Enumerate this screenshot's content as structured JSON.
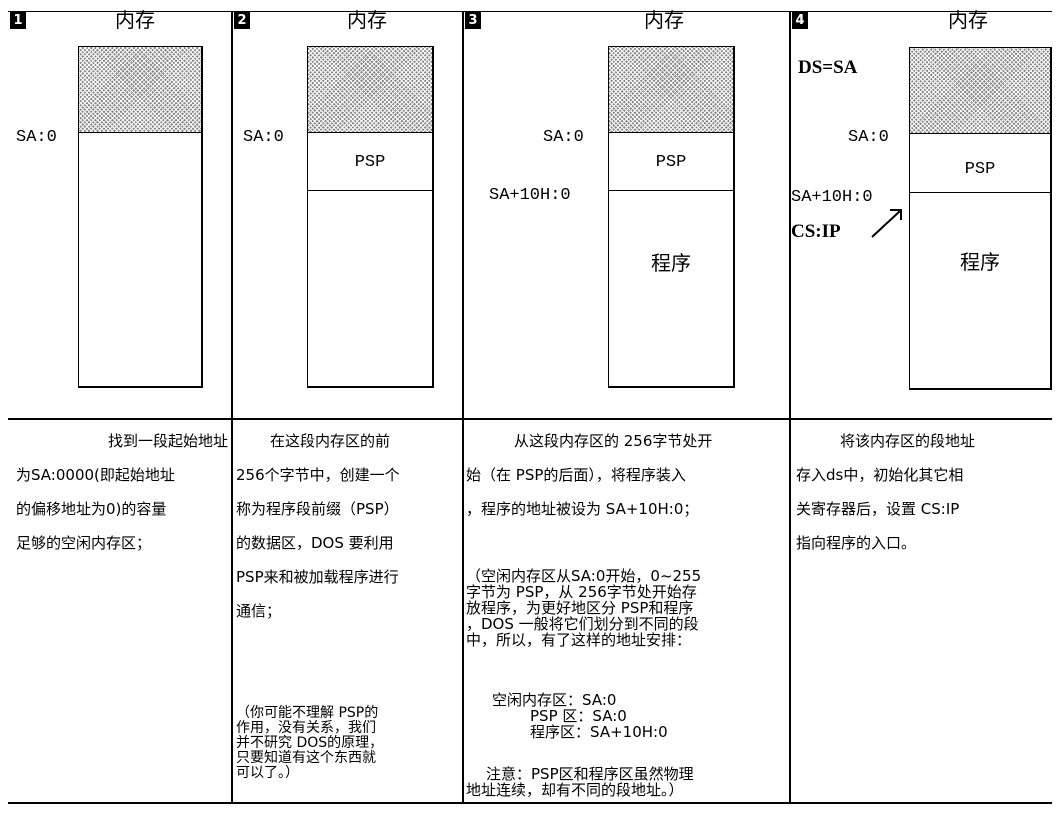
{
  "panels": [
    {
      "number": "1",
      "title": "内存",
      "labels": {
        "sa0": "SA:0"
      },
      "segments": [],
      "description": [
        "找到一段起始地址",
        "为SA:0000(即起始地址",
        "的偏移地址为0)的容量",
        "足够的空闲内存区；"
      ]
    },
    {
      "number": "2",
      "title": "内存",
      "labels": {
        "sa0": "SA:0"
      },
      "segments": [
        {
          "label": "PSP"
        }
      ],
      "description": [
        "在这段内存区的前",
        "256个字节中，创建一个",
        "称为程序段前缀（PSP）",
        "的数据区，DOS 要利用",
        "PSP来和被加载程序进行",
        "通信；"
      ],
      "note": [
        "（你可能不理解 PSP的",
        "作用，没有关系，我们",
        "并不研究 DOS的原理，",
        "只要知道有这个东西就",
        "可以了。）"
      ]
    },
    {
      "number": "3",
      "title": "内存",
      "labels": {
        "sa0": "SA:0",
        "sa10h": "SA+10H:0"
      },
      "segments": [
        {
          "label": "PSP"
        },
        {
          "label": "程序"
        }
      ],
      "description": [
        "从这段内存区的 256字节处开",
        "始（在 PSP的后面），将程序装入",
        "，程序的地址被设为 SA+10H:0；"
      ],
      "note": [
        "（空闲内存区从SA:0开始，0~255",
        "字节为 PSP，从 256字节处开始存",
        "放程序，为更好地区分 PSP和程序",
        "，DOS 一般将它们划分到不同的段",
        "中，所以，有了这样的地址安排："
      ],
      "address_table": [
        {
          "name": "空闲内存区",
          "value": "：SA:0"
        },
        {
          "name": "PSP 区",
          "value": "：SA:0"
        },
        {
          "name": "程序区",
          "value": "：SA+10H:0"
        }
      ],
      "caution": [
        "注意：PSP区和程序区虽然物理",
        "地址连续，却有不同的段地址。）"
      ]
    },
    {
      "number": "4",
      "title": "内存",
      "labels": {
        "ds": "DS=SA",
        "sa0": "SA:0",
        "sa10h": "SA+10H:0",
        "csip": "CS:IP"
      },
      "segments": [
        {
          "label": "PSP"
        },
        {
          "label": "程序"
        }
      ],
      "description": [
        "将该内存区的段地址",
        "存入ds中，初始化其它相",
        "关寄存器后，设置 CS:IP",
        "指向程序的入口。"
      ]
    }
  ]
}
